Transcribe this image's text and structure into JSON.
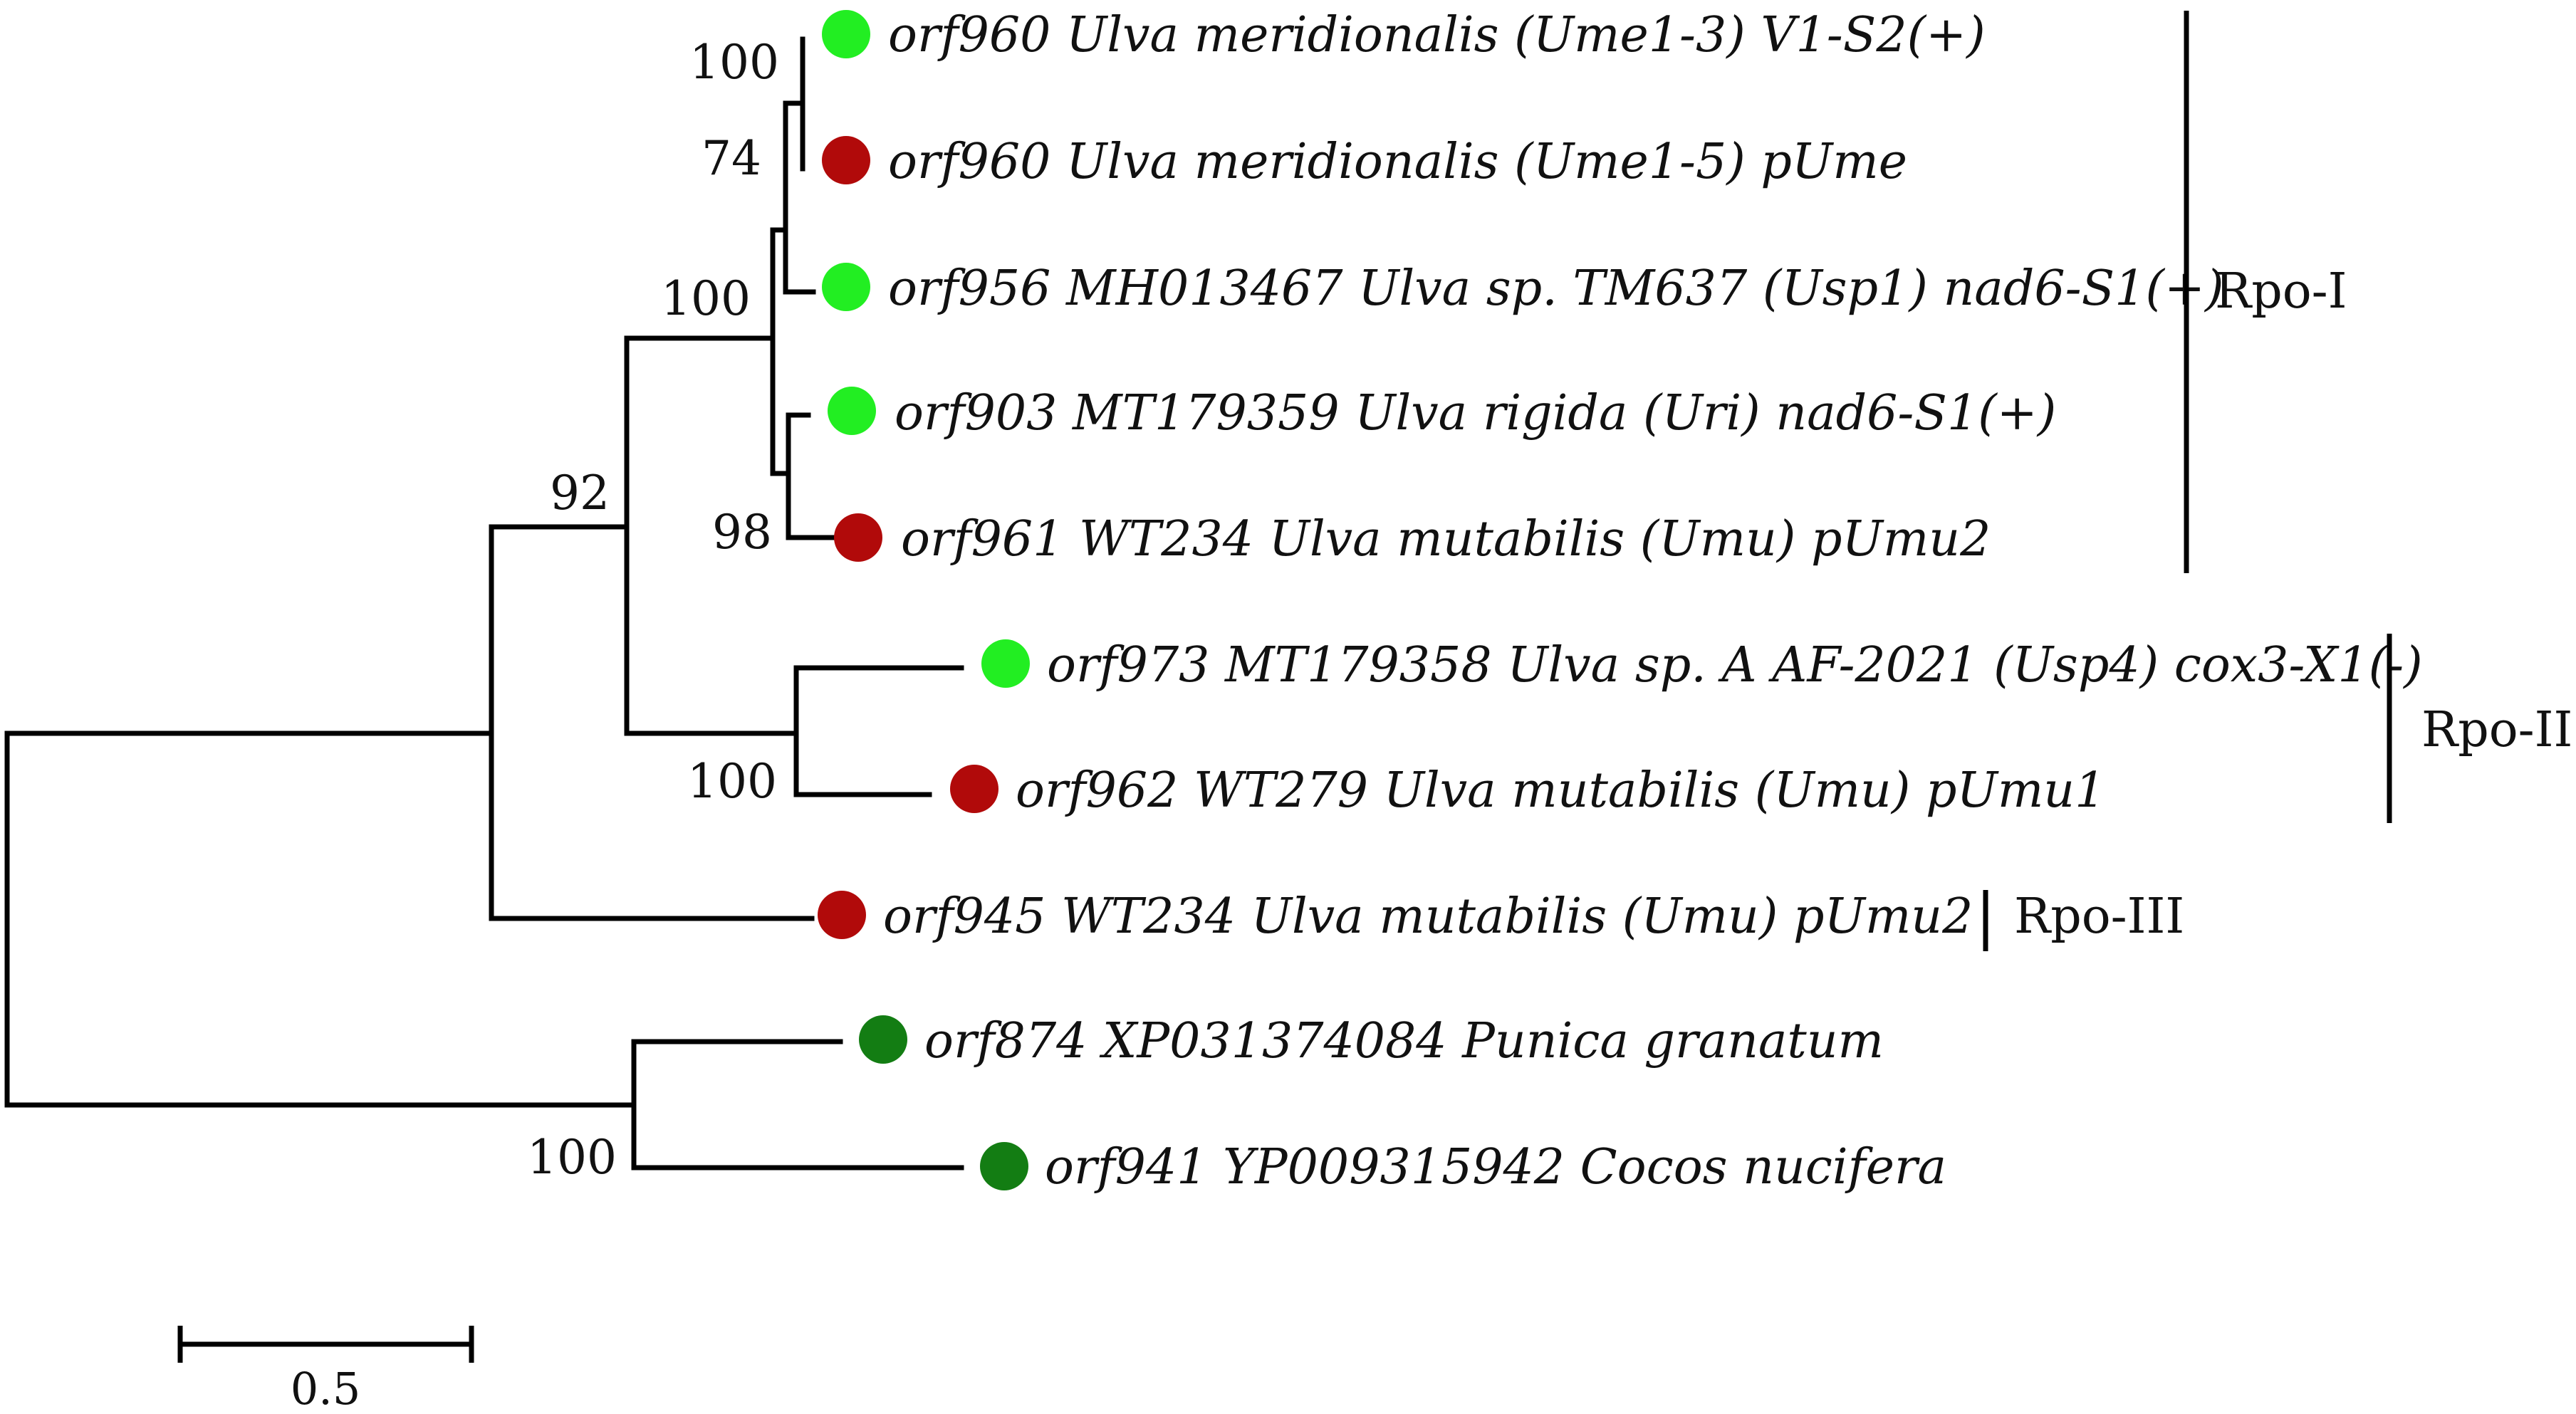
{
  "tree": {
    "leaves": [
      {
        "id": "l1",
        "label": "orf960 Ulva meridionalis (Ume1-3) V1-S2(+)",
        "marker": "bright-green"
      },
      {
        "id": "l2",
        "label": "orf960 Ulva meridionalis (Ume1-5) pUme",
        "marker": "dark-red"
      },
      {
        "id": "l3",
        "label": "orf956 MH013467 Ulva sp. TM637 (Usp1) nad6-S1(+)",
        "marker": "bright-green"
      },
      {
        "id": "l4",
        "label": "orf903 MT179359 Ulva rigida (Uri) nad6-S1(+)",
        "marker": "bright-green"
      },
      {
        "id": "l5",
        "label": "orf961 WT234 Ulva mutabilis (Umu) pUmu2",
        "marker": "dark-red"
      },
      {
        "id": "l6",
        "label": "orf973 MT179358 Ulva sp. A AF-2021 (Usp4) cox3-X1(-)",
        "marker": "bright-green"
      },
      {
        "id": "l7",
        "label": "orf962 WT279 Ulva mutabilis (Umu) pUmu1",
        "marker": "dark-red"
      },
      {
        "id": "l8",
        "label": "orf945 WT234 Ulva mutabilis (Umu) pUmu2",
        "marker": "dark-red"
      },
      {
        "id": "l9",
        "label": "orf874 XP031374084 Punica granatum",
        "marker": "dark-green"
      },
      {
        "id": "l10",
        "label": "orf941 YP009315942 Cocos nucifera",
        "marker": "dark-green"
      }
    ],
    "support_values": [
      {
        "id": "s1",
        "value": "100"
      },
      {
        "id": "s2",
        "value": "74"
      },
      {
        "id": "s3",
        "value": "100"
      },
      {
        "id": "s4",
        "value": "98"
      },
      {
        "id": "s5",
        "value": "92"
      },
      {
        "id": "s6",
        "value": "100"
      },
      {
        "id": "s7",
        "value": "100"
      }
    ],
    "groups": [
      {
        "id": "g1",
        "label": "Rpo-I"
      },
      {
        "id": "g2",
        "label": "Rpo-II"
      },
      {
        "id": "g3",
        "label": "Rpo-III"
      }
    ],
    "scale_bar": {
      "label": "0.5"
    }
  },
  "colors": {
    "bright-green": "#22ee22",
    "dark-red": "#b10a0a",
    "dark-green": "#137d13",
    "line": "#000000"
  }
}
